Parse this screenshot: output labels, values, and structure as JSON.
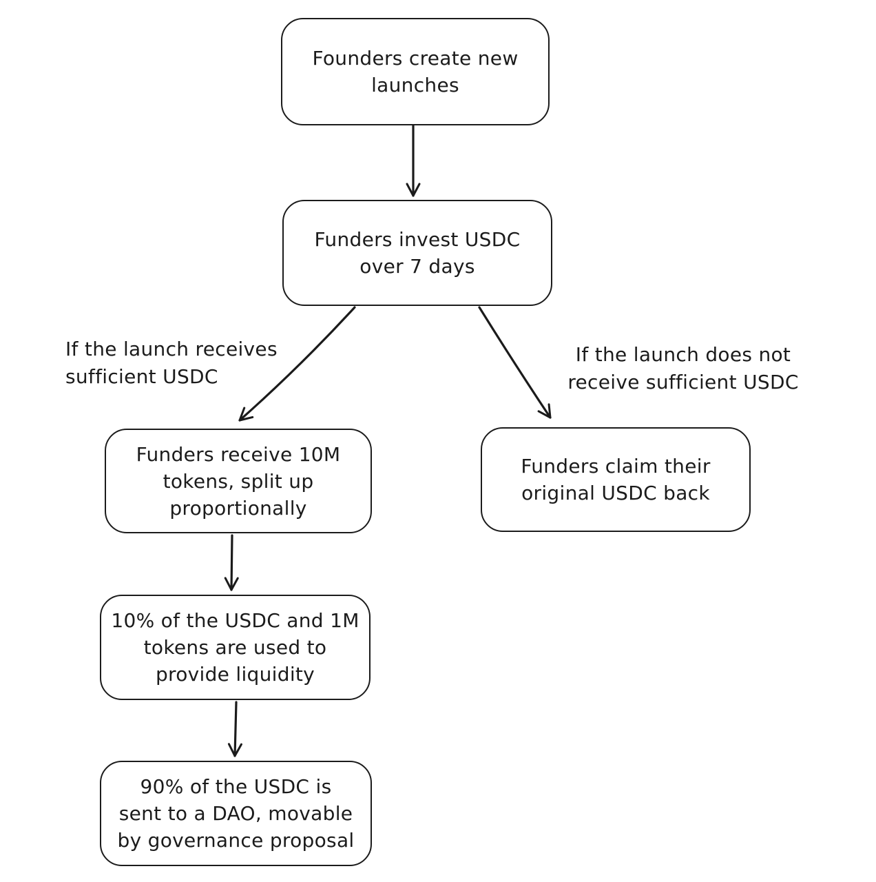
{
  "diagram": {
    "type": "flowchart",
    "style": "hand-drawn",
    "colors": {
      "stroke": "#1b1b1b",
      "node_fill": "#ffffff",
      "background": "#ffffff"
    },
    "nodes": [
      {
        "id": "create",
        "label": "Founders create new\nlaunches"
      },
      {
        "id": "invest",
        "label": "Funders invest USDC\nover 7 days"
      },
      {
        "id": "tokens",
        "label": "Funders receive 10M\ntokens, split up\nproportionally"
      },
      {
        "id": "claim",
        "label": "Funders claim their\noriginal USDC back"
      },
      {
        "id": "liquidity",
        "label": "10% of the USDC and 1M\ntokens are used to\nprovide liquidity"
      },
      {
        "id": "dao",
        "label": "90% of the USDC is\nsent to a DAO, movable\nby governance proposal"
      }
    ],
    "edges": [
      {
        "from": "create",
        "to": "invest",
        "label": ""
      },
      {
        "from": "invest",
        "to": "tokens",
        "label": "If the launch receives\nsufficient USDC"
      },
      {
        "from": "invest",
        "to": "claim",
        "label": "If the launch does not\nreceive sufficient USDC"
      },
      {
        "from": "tokens",
        "to": "liquidity",
        "label": ""
      },
      {
        "from": "liquidity",
        "to": "dao",
        "label": ""
      }
    ]
  }
}
